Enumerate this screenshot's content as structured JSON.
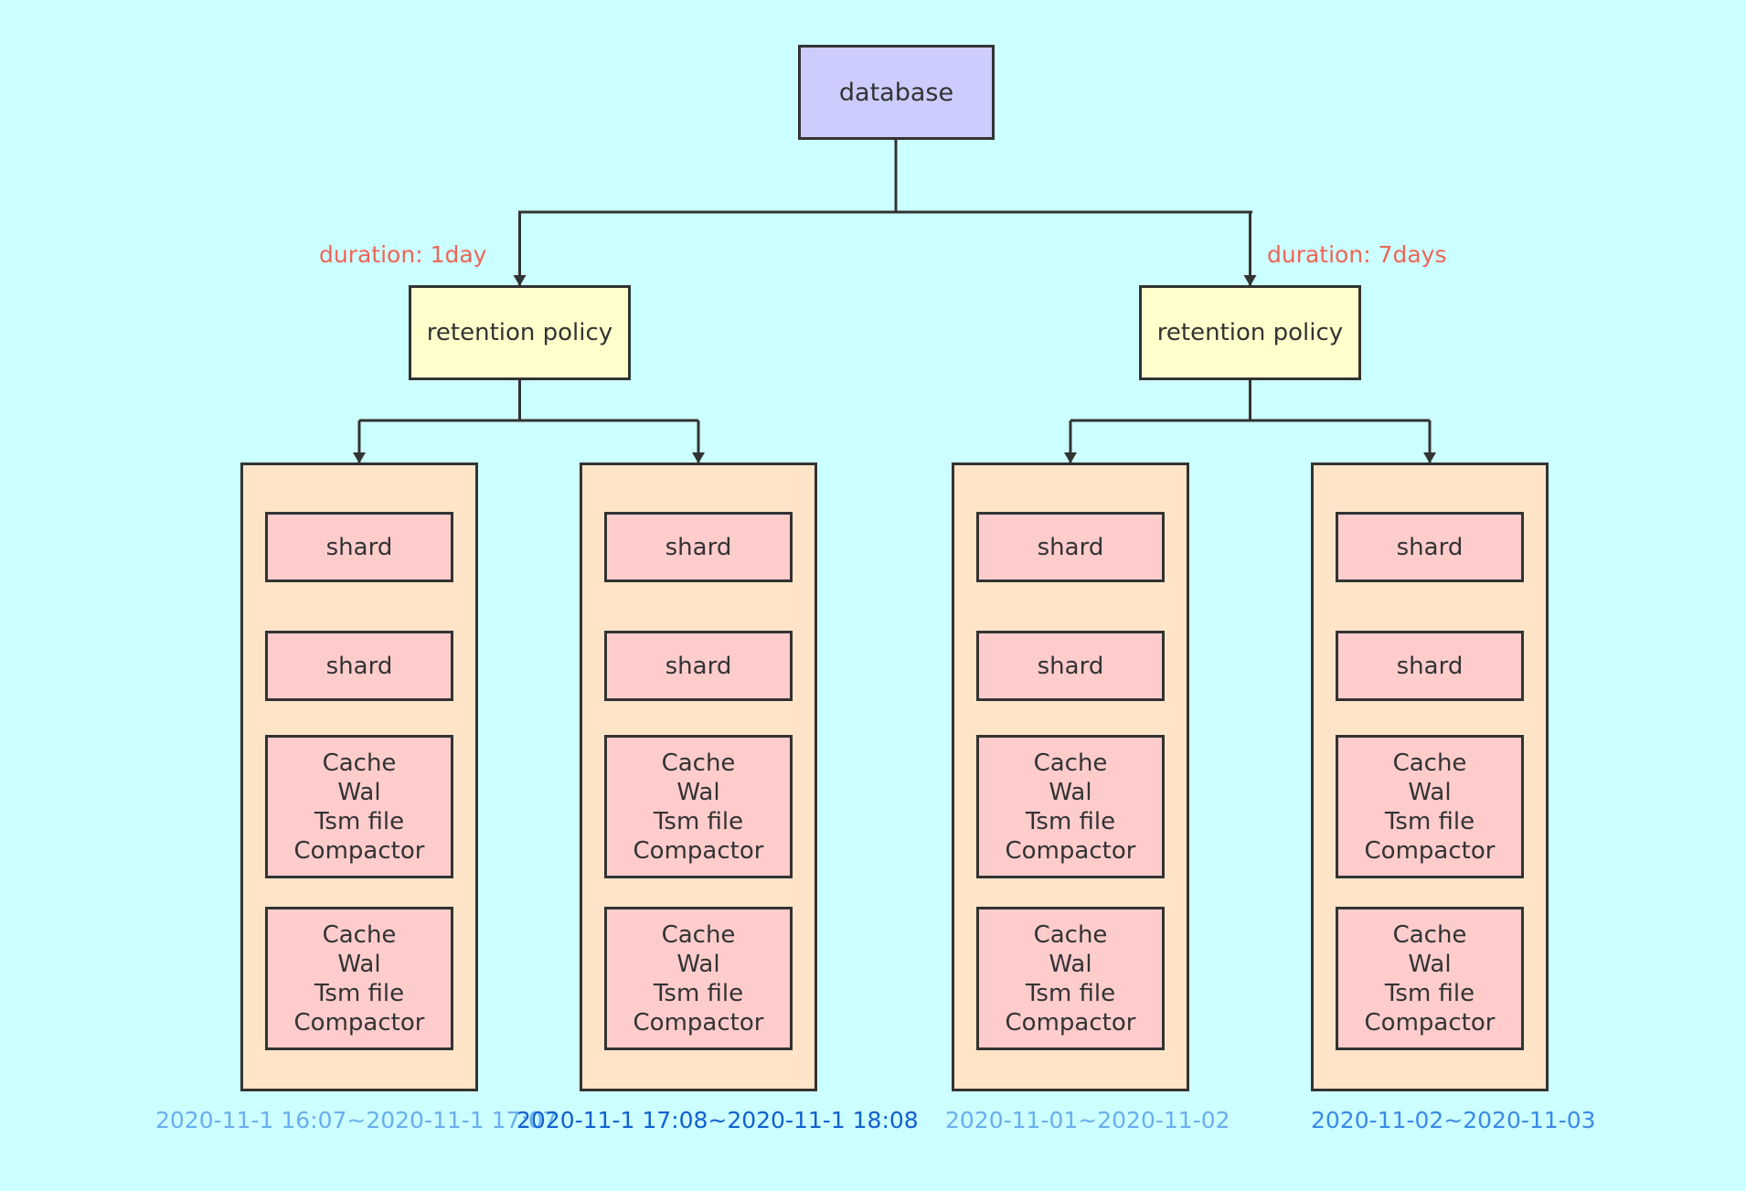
{
  "colors": {
    "background": "#ccffff",
    "database_fill": "#ccccff",
    "policy_fill": "#ffffcc",
    "group_fill": "#ffe4c8",
    "item_fill": "#ffcccc",
    "duration_text": "#f06458",
    "range_light": "#6aaef0",
    "range_dark": "#1060d0",
    "line": "#333333"
  },
  "database": {
    "label": "database"
  },
  "policies": [
    {
      "label": "retention policy",
      "duration": "duration: 1day",
      "shard_groups": [
        {
          "time_range": "2020-11-1 16:07~2020-11-1 17:07",
          "range_color": "#6aaef0",
          "shards": [
            "shard",
            "shard"
          ],
          "components": [
            [
              "Cache",
              "Wal",
              "Tsm file",
              "Compactor"
            ],
            [
              "Cache",
              "Wal",
              "Tsm file",
              "Compactor"
            ]
          ]
        },
        {
          "time_range": "2020-11-1 17:08~2020-11-1 18:08",
          "range_color": "#1060d0",
          "shards": [
            "shard",
            "shard"
          ],
          "components": [
            [
              "Cache",
              "Wal",
              "Tsm file",
              "Compactor"
            ],
            [
              "Cache",
              "Wal",
              "Tsm file",
              "Compactor"
            ]
          ]
        }
      ]
    },
    {
      "label": "retention policy",
      "duration": "duration: 7days",
      "shard_groups": [
        {
          "time_range": "2020-11-01~2020-11-02",
          "range_color": "#6aaef0",
          "shards": [
            "shard",
            "shard"
          ],
          "components": [
            [
              "Cache",
              "Wal",
              "Tsm file",
              "Compactor"
            ],
            [
              "Cache",
              "Wal",
              "Tsm file",
              "Compactor"
            ]
          ]
        },
        {
          "time_range": "2020-11-02~2020-11-03",
          "range_color": "#3a8ae8",
          "shards": [
            "shard",
            "shard"
          ],
          "components": [
            [
              "Cache",
              "Wal",
              "Tsm file",
              "Compactor"
            ],
            [
              "Cache",
              "Wal",
              "Tsm file",
              "Compactor"
            ]
          ]
        }
      ]
    }
  ]
}
